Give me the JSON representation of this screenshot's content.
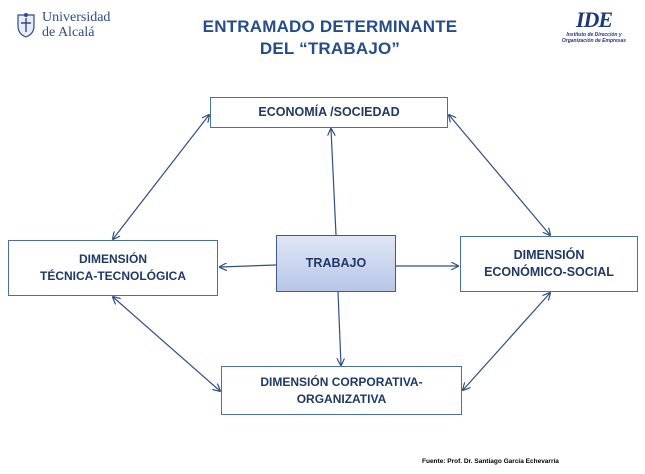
{
  "header": {
    "university_logo": {
      "line1": "Universidad",
      "line2": "de Alcalá"
    },
    "title_line1": "ENTRAMADO DETERMINANTE",
    "title_line2": "DEL “TRABAJO”",
    "institute_logo": {
      "mark": "IDE",
      "line1": "Instituto de Dirección y",
      "line2": "Organización de Empresas"
    }
  },
  "diagram": {
    "nodes": {
      "economia": {
        "label": "ECONOMÍA /SOCIEDAD"
      },
      "tecnica": {
        "line1": "DIMENSIÓN",
        "line2": "TÉCNICA-TECNOLÓGICA"
      },
      "trabajo": {
        "label": "TRABAJO"
      },
      "economico": {
        "line1": "DIMENSIÓN",
        "line2": "ECONÓMICO-SOCIAL"
      },
      "corporativa": {
        "line1": "DIMENSIÓN CORPORATIVA-",
        "line2": "ORGANIZATIVA"
      }
    },
    "edges": [
      {
        "from": "trabajo",
        "to": "economia",
        "direction": "one-way"
      },
      {
        "from": "trabajo",
        "to": "tecnica",
        "direction": "one-way"
      },
      {
        "from": "trabajo",
        "to": "economico",
        "direction": "one-way"
      },
      {
        "from": "trabajo",
        "to": "corporativa",
        "direction": "one-way"
      },
      {
        "from": "economia",
        "to": "tecnica",
        "direction": "two-way"
      },
      {
        "from": "economia",
        "to": "economico",
        "direction": "two-way"
      },
      {
        "from": "tecnica",
        "to": "corporativa",
        "direction": "two-way"
      },
      {
        "from": "economico",
        "to": "corporativa",
        "direction": "two-way"
      }
    ],
    "line_color": "#2e4f86"
  },
  "footer": {
    "source": "Fuente: Prof. Dr. Santiago García Echevarría"
  }
}
